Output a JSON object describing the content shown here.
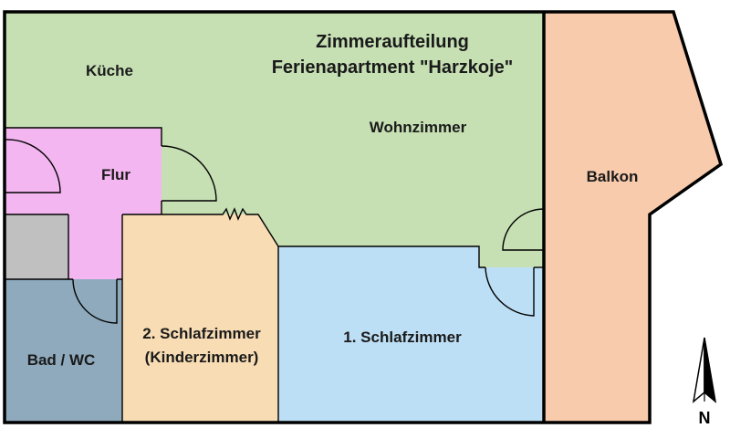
{
  "title": {
    "line1": "Zimmeraufteilung",
    "line2": "Ferienapartment \"Harzkoje\""
  },
  "rooms": {
    "kueche": {
      "label": "Küche",
      "color": "#c6e0b4"
    },
    "wohnzimmer": {
      "label": "Wohnzimmer",
      "color": "#c6e0b4"
    },
    "flur": {
      "label": "Flur",
      "color": "#f4b6f0"
    },
    "balkon": {
      "label": "Balkon",
      "color": "#f8cbad"
    },
    "bad": {
      "label": "Bad / WC",
      "color": "#8eaabc"
    },
    "schlafzimmer2": {
      "label_line1": "2. Schlafzimmer",
      "label_line2": "(Kinderzimmer)",
      "color": "#f8dcb4"
    },
    "schlafzimmer1": {
      "label": "1. Schlafzimmer",
      "color": "#bddff5"
    },
    "abstellraum": {
      "color": "#c0c0c0"
    }
  },
  "compass": {
    "letter": "N",
    "icon": "north-arrow-icon"
  }
}
